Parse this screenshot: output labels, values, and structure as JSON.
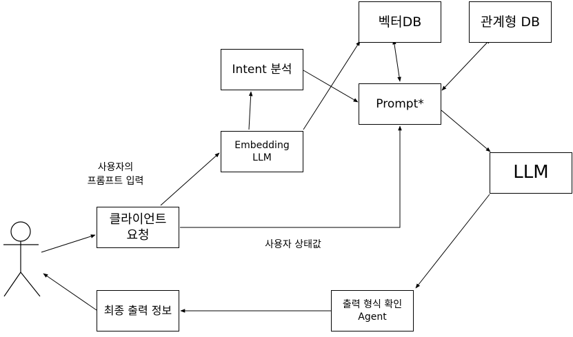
{
  "nodes": {
    "vector_db": "벡터DB",
    "relational_db": "관계형 DB",
    "intent_analysis": "Intent 분석",
    "prompt": "Prompt*",
    "embedding_llm": "Embedding\nLLM",
    "llm": "LLM",
    "client_request": "클라이언트\n요청",
    "final_output": "최종 출력 정보",
    "output_format_agent": "출력 형식 확인\nAgent"
  },
  "edge_labels": {
    "user_prompt_input": "사용자의\n프롬프트 입력",
    "user_state": "사용자 상태값"
  },
  "colors": {
    "stroke": "#000000",
    "fill": "#ffffff"
  }
}
